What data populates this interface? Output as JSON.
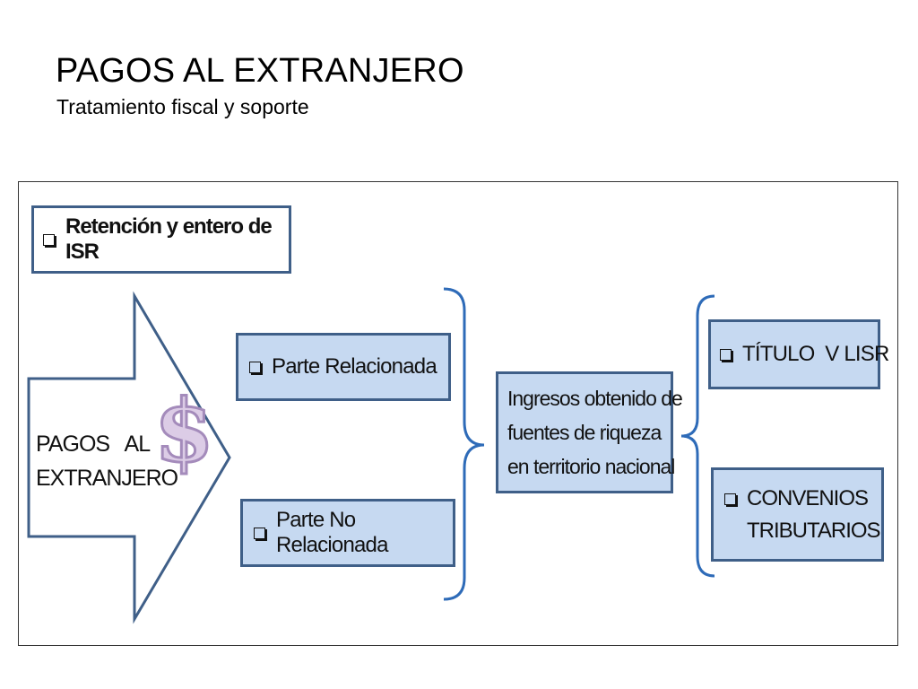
{
  "slide": {
    "title": "PAGOS AL EXTRANJERO",
    "subtitle": "Tratamiento fiscal y soporte"
  },
  "diagram": {
    "header_box": "Retención y entero de ISR",
    "arrow_label_line1": "PAGOS   AL",
    "arrow_label_line2": "EXTRANJERO",
    "arrow_icon": "dollar-sign-icon",
    "dollar_glyph": "$",
    "left_items": [
      "Parte Relacionada",
      "Parte No Relacionada"
    ],
    "center_lines": [
      "Ingresos obtenido de",
      "fuentes de riqueza",
      "en territorio nacional"
    ],
    "right_item_titulo": "TÍTULO  V LISR",
    "right_item_convenios_line1": "CONVENIOS",
    "right_item_convenios_line2": "TRIBUTARIOS"
  },
  "colors": {
    "box_fill": "#c6d9f1",
    "box_border": "#3f5f88",
    "bracket": "#2e6bb8",
    "dollar_fill": "#dccce6",
    "dollar_stroke": "#a48bbb"
  }
}
